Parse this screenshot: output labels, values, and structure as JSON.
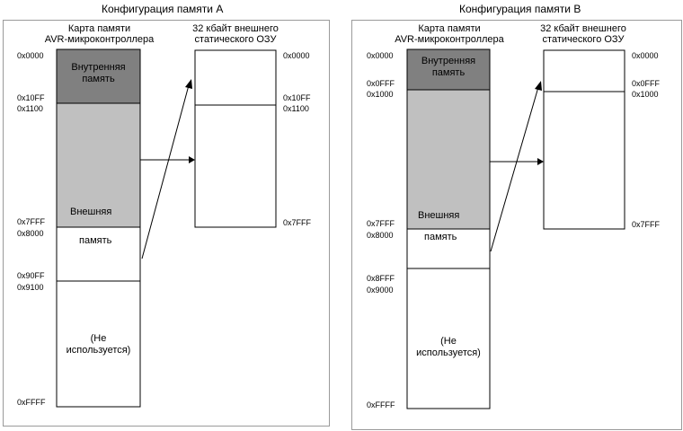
{
  "config_a": {
    "title": "Конфигурация памяти A",
    "avr_header_line1": "Карта памяти",
    "avr_header_line2": "AVR-микроконтроллера",
    "sram_header_line1": "32 кбайт внешнего",
    "sram_header_line2": "статического ОЗУ",
    "left_addresses": [
      "0x0000",
      "0x10FF",
      "0x1100",
      "0x7FFF",
      "0x8000",
      "0x90FF",
      "0x9100",
      "0xFFFF"
    ],
    "right_addresses": [
      "0x0000",
      "0x10FF",
      "0x1100",
      "0x7FFF"
    ],
    "internal_label_line1": "Внутренняя",
    "internal_label_line2": "память",
    "external_label_line1": "Внешняя",
    "external_label_line2": "память",
    "unused_label_line1": "(Не",
    "unused_label_line2": "используется)"
  },
  "config_b": {
    "title": "Конфигурация памяти B",
    "avr_header_line1": "Карта памяти",
    "avr_header_line2": "AVR-микроконтроллера",
    "sram_header_line1": "32 кбайт внешнего",
    "sram_header_line2": "статического ОЗУ",
    "left_addresses": [
      "0x0000",
      "0x0FFF",
      "0x1000",
      "0x7FFF",
      "0x8000",
      "0x8FFF",
      "0x9000",
      "0xFFFF"
    ],
    "right_addresses": [
      "0x0000",
      "0x0FFF",
      "0x1000",
      "0x7FFF"
    ],
    "internal_label_line1": "Внутренняя",
    "internal_label_line2": "память",
    "external_label_line1": "Внешняя",
    "external_label_line2": "память",
    "unused_label_line1": "(Не",
    "unused_label_line2": "используется)"
  },
  "colors": {
    "internal": "#808080",
    "external": "#c0c0c0",
    "border": "#9a9a9a"
  }
}
